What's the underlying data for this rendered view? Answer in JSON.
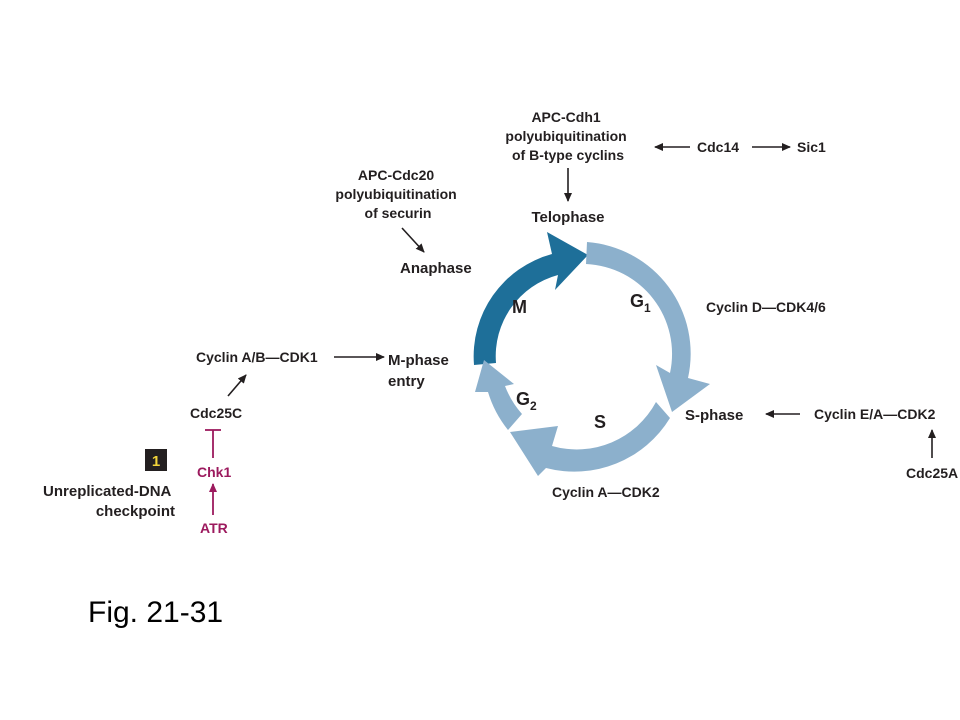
{
  "phases": {
    "M": "M",
    "G1_main": "G",
    "G1_sub": "1",
    "S": "S",
    "G2_main": "G",
    "G2_sub": "2"
  },
  "labels": {
    "telophase": "Telophase",
    "anaphase": "Anaphase",
    "m_phase_entry_1": "M-phase",
    "m_phase_entry_2": "entry",
    "s_phase": "S-phase",
    "apc_cdh1_1": "APC-Cdh1",
    "apc_cdh1_2": "polyubiquitination",
    "apc_cdh1_3": "of B-type cyclins",
    "cdc14": "Cdc14",
    "sic1": "Sic1",
    "apc_cdc20_1": "APC-Cdc20",
    "apc_cdc20_2": "polyubiquitination",
    "apc_cdc20_3": "of securin",
    "cyclin_d": "Cyclin D—CDK4/6",
    "cyclin_ea": "Cyclin E/A—CDK2",
    "cdc25a": "Cdc25A",
    "cyclin_a_cdk2": "Cyclin A—CDK2",
    "cyclin_ab": "Cyclin A/B—CDK1",
    "cdc25c": "Cdc25C",
    "chk1": "Chk1",
    "atr": "ATR",
    "checkpoint_1": "Unreplicated-DNA",
    "checkpoint_2": "checkpoint",
    "checkpoint_badge": "1"
  },
  "caption": "Fig. 21-31",
  "colors": {
    "m_phase_arrow": "#1e6f99",
    "interphase_arrow": "#8cb0cc",
    "checkpoint_pathway": "#9c1a5e",
    "badge_bg": "#231f20",
    "badge_text": "#f2d43a"
  }
}
